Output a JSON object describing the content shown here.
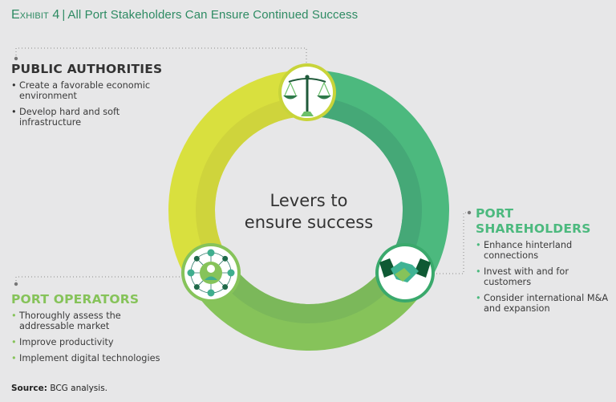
{
  "title": {
    "exhibit": "Exhibit 4",
    "separator": "|",
    "text": "All Port Stakeholders Can Ensure Continued Success"
  },
  "center": {
    "line1": "Levers to",
    "line2": "ensure success"
  },
  "public_authorities": {
    "heading": "PUBLIC AUTHORITIES",
    "icon": "scales-of-justice-icon",
    "items": [
      "Create a favorable economic environment",
      "Develop hard and soft infrastructure"
    ]
  },
  "port_shareholders": {
    "heading_line1": "PORT",
    "heading_line2": "SHAREHOLDERS",
    "icon": "handshake-icon",
    "items": [
      "Enhance hinterland connections",
      "Invest with and for customers",
      "Consider international M&A and expansion"
    ]
  },
  "port_operators": {
    "heading": "PORT OPERATORS",
    "icon": "network-person-icon",
    "items": [
      "Thoroughly assess the addressable market",
      "Improve productivity",
      "Implement digital technologies"
    ]
  },
  "source": {
    "label": "Source:",
    "text": "BCG analysis."
  },
  "colors": {
    "yellow": "#d9e03e",
    "teal_green": "#4cb97e",
    "light_green": "#86c35a",
    "title": "#2e8b63",
    "dark_text": "#333333"
  }
}
